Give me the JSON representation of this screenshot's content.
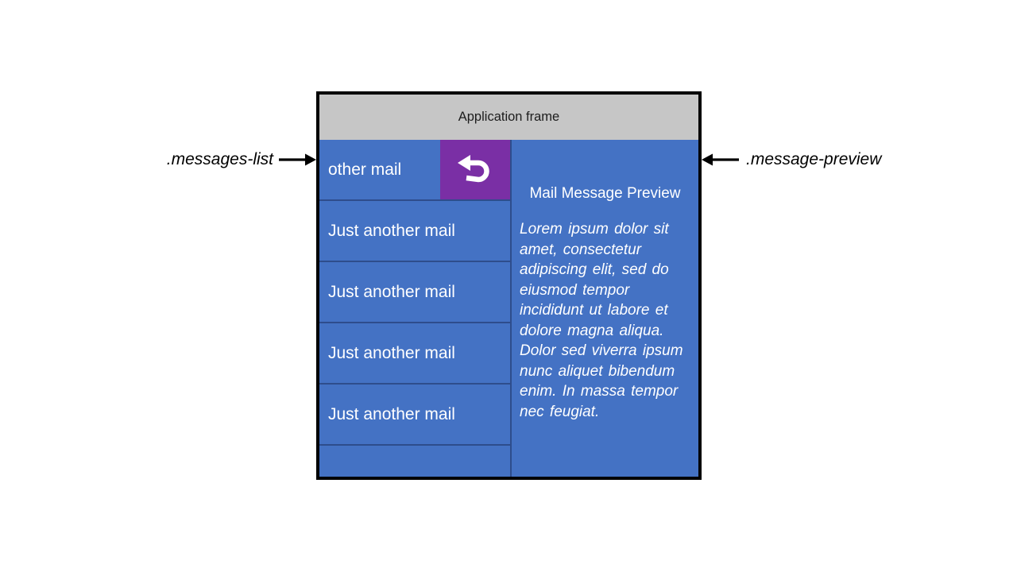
{
  "callouts": {
    "messages_list": ".messages-list",
    "message_preview": ".message-preview"
  },
  "app": {
    "title": "Application frame",
    "messages_list": {
      "selected_item": "other mail",
      "back_icon": "back-arrow",
      "items": [
        "Just another mail",
        "Just another mail",
        "Just another mail",
        "Just another mail"
      ]
    },
    "preview": {
      "heading": "Mail Message Preview",
      "body": "Lorem ipsum dolor sit amet, consectetur adipiscing elit, sed do eiusmod tempor incididunt ut labore et dolore magna aliqua. Dolor sed viverra ipsum nunc aliquet bibendum enim. In massa tempor nec feugiat."
    }
  },
  "colors": {
    "panel_blue": "#4472c4",
    "separator_blue": "#2e4d8c",
    "button_purple": "#7a2fa5",
    "titlebar_gray": "#c6c6c6",
    "frame_border": "#000000",
    "panel_text": "#ffffff",
    "callout_text": "#000000"
  }
}
